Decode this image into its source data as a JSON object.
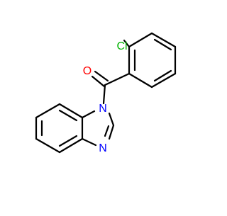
{
  "molecule": {
    "atoms": {
      "chlorine": {
        "symbol": "Cl",
        "color": "#00b300"
      },
      "oxygen": {
        "symbol": "O",
        "color": "#ff0000"
      },
      "nitrogen_1": {
        "symbol": "N",
        "color": "#0000ff"
      },
      "nitrogen_3": {
        "symbol": "N",
        "color": "#0000ff"
      }
    },
    "bond_color": "#000000",
    "background": "#ffffff"
  }
}
